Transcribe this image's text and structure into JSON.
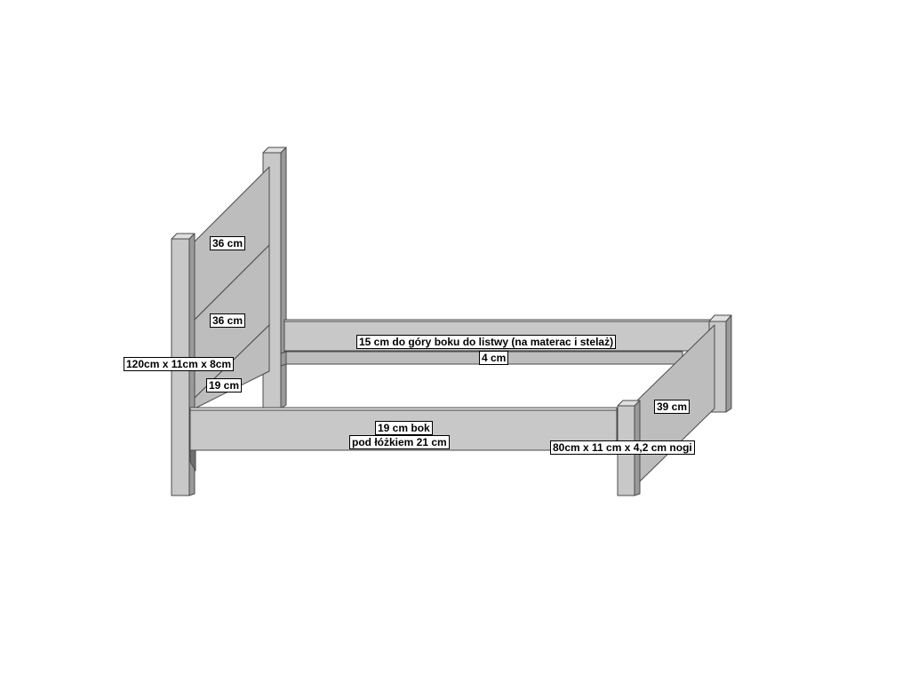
{
  "colors": {
    "panel_face": "#bdbdbd",
    "panel_front": "#c8c8c8",
    "panel_side": "#9a9a9a",
    "panel_top": "#e0e0e0",
    "outline": "#4a4a4a"
  },
  "labels": {
    "headboard_upper_panel": "36 cm",
    "headboard_middle_panel": "36 cm",
    "headboard_post_dimensions": "120cm x 11cm x 8cm",
    "headboard_lower_panel": "19 cm",
    "side_rail_height": "15 cm do góry boku do listwy (na materac i stelaż)",
    "slat_ledge": "4 cm",
    "front_rail_line1": "19 cm bok",
    "front_rail_line2": "pod łóżkiem 21 cm",
    "footboard_panel": "39 cm",
    "footboard_legs": "80cm x 11 cm x 4,2 cm nogi"
  }
}
